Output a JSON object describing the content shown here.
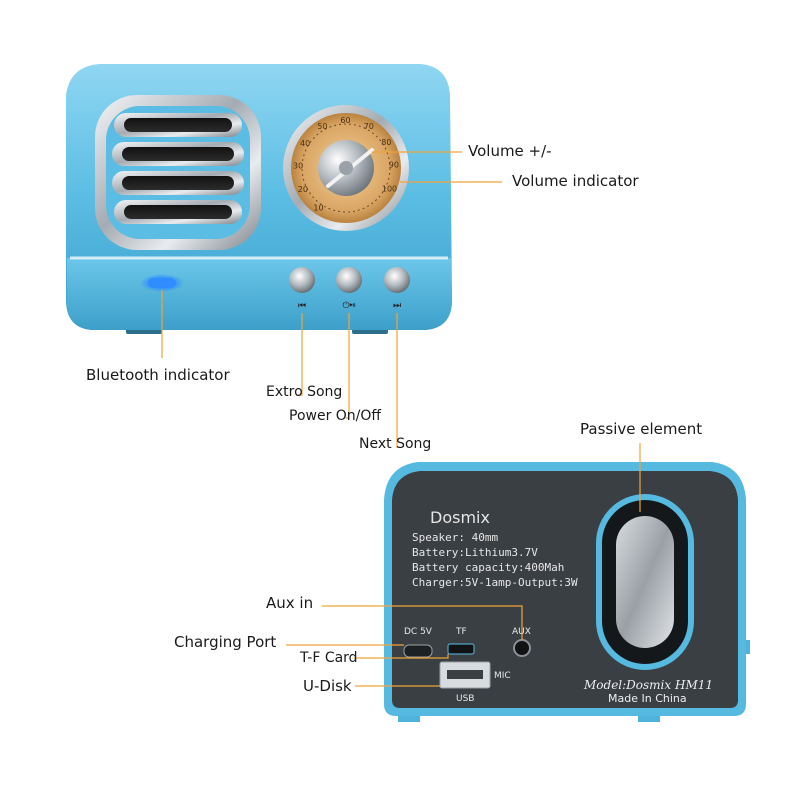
{
  "colors": {
    "body_blue": "#5bbde3",
    "leader_orange": "#f0a43a",
    "back_panel": "#3a3f44",
    "dial_gold": "#d9a564",
    "chrome": "#c9ced3",
    "bt_led": "#2f8dff"
  },
  "front": {
    "dial_numbers": [
      "10",
      "20",
      "30",
      "40",
      "50",
      "60",
      "70",
      "80",
      "90",
      "100"
    ],
    "button_icons": {
      "prev": "⏮",
      "power_play": "⏻⏯",
      "next": "⏭"
    }
  },
  "callouts": {
    "volume": "Volume +/-",
    "volume_indicator": "Volume indicator",
    "bluetooth_indicator": "Bluetooth indicator",
    "extro_song": "Extro Song",
    "power": "Power On/Off",
    "next_song": "Next Song",
    "passive_element": "Passive element",
    "aux_in": "Aux in",
    "charging_port": "Charging Port",
    "tf_card": "T-F Card",
    "u_disk": "U-Disk"
  },
  "back": {
    "brand": "Dosmix",
    "specs": [
      "Speaker:  40mm",
      "Battery:Lithium3.7V",
      "Battery capacity:400Mah",
      "Charger:5V-1amp-Output:3W"
    ],
    "ports": {
      "dc": "DC 5V",
      "tf": "TF",
      "aux": "AUX",
      "mic": "MIC",
      "usb": "USB"
    },
    "model": "Model:Dosmix HM11",
    "made_in": "Made In China"
  }
}
